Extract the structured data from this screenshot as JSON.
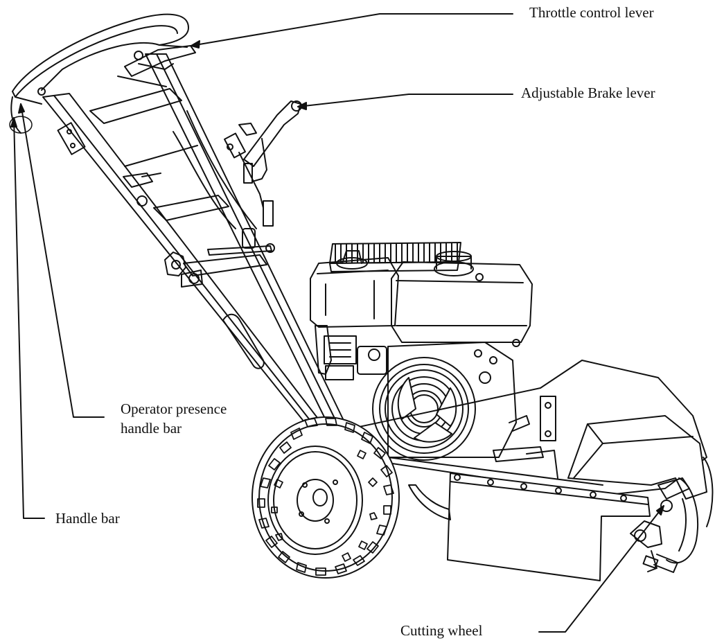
{
  "labels": {
    "throttle": "Throttle control lever",
    "brake": "Adjustable Brake lever",
    "operator_line1": "Operator presence",
    "operator_line2": "handle bar",
    "handle_bar": "Handle bar",
    "cutting_wheel": "Cutting wheel"
  },
  "colors": {
    "ink": "#111111",
    "paper": "#ffffff"
  }
}
